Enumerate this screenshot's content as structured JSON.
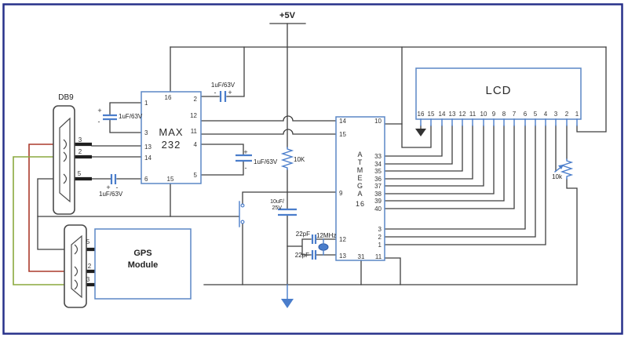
{
  "power": {
    "vcc": "+5V"
  },
  "db9": {
    "label": "DB9",
    "pin_top": "3",
    "pin_mid": "2",
    "pin_bot": "5"
  },
  "gps_connector": {
    "pin_top": "5",
    "pin_mid": "2",
    "pin_bot": "3"
  },
  "gps_module": {
    "line1": "GPS",
    "line2": "Module"
  },
  "max232": {
    "line1": "MAX",
    "line2": "232",
    "pins": {
      "p1": "1",
      "p2": "2",
      "p3": "3",
      "p4": "4",
      "p5": "5",
      "p6": "6",
      "p11": "11",
      "p12": "12",
      "p13": "13",
      "p14": "14",
      "p15": "15",
      "p16": "16"
    }
  },
  "atmega": {
    "chars": [
      "A",
      "T",
      "M",
      "E",
      "G",
      "A",
      "16"
    ],
    "pins": {
      "p1": "1",
      "p2": "2",
      "p3": "3",
      "p9": "9",
      "p10": "10",
      "p11": "11",
      "p12": "12",
      "p13": "13",
      "p14": "14",
      "p15": "15",
      "p31": "31",
      "p33": "33",
      "p34": "34",
      "p35": "35",
      "p36": "36",
      "p37": "37",
      "p38": "38",
      "p39": "39",
      "p40": "40"
    }
  },
  "lcd": {
    "label": "LCD",
    "pins": [
      "16",
      "15",
      "14",
      "13",
      "12",
      "11",
      "10",
      "9",
      "8",
      "7",
      "6",
      "5",
      "4",
      "3",
      "2",
      "1"
    ]
  },
  "capacitors": {
    "c1": "1uF/63V",
    "c2": "1uF/63V",
    "c3": "1uF/63V",
    "c4": "1uF/63V",
    "c5_line1": "10uF/",
    "c5_line2": "25V",
    "cx_top": "22pF",
    "cx_bottom": "22pF"
  },
  "resistors": {
    "pullup": "10K",
    "contrast_pot": "10k"
  },
  "crystal": {
    "label": "12MHz"
  },
  "marks": {
    "plus": "+",
    "minus": "-"
  },
  "colors": {
    "wire": "#3f3f3f",
    "component_blue": "#4a7dcb",
    "ic_border": "#5b87c5",
    "red_wire": "#ab3a2c",
    "green_wire": "#8aa83e",
    "frame_border": "#27308a"
  }
}
